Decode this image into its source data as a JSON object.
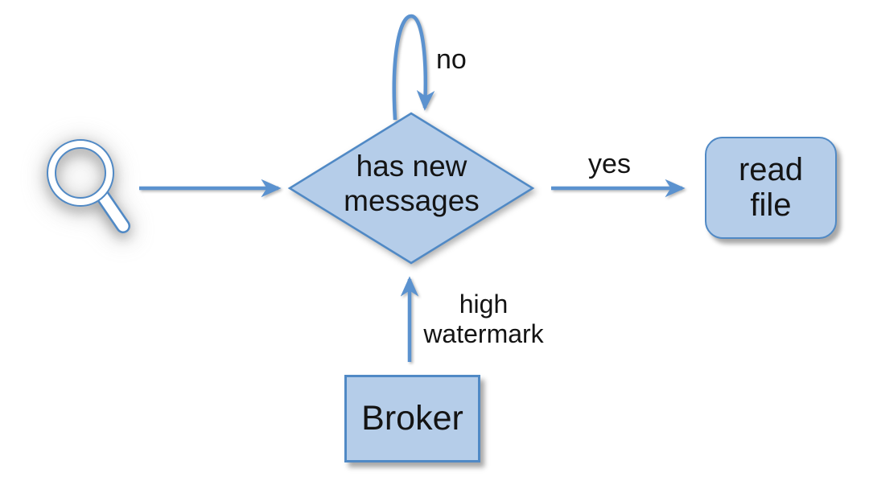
{
  "diagram": {
    "type": "flowchart",
    "colors": {
      "background": "#ffffff",
      "shape_fill": "#b5cde9",
      "shape_border": "#5089c5",
      "arrow": "#5b92cf",
      "text": "#141414"
    },
    "nodes": {
      "consumer": {
        "icon": "magnifier-search-icon",
        "label": ""
      },
      "decision": {
        "shape": "diamond",
        "label": "has new messages"
      },
      "read_file": {
        "shape": "rounded-rectangle",
        "label": "read file"
      },
      "broker": {
        "shape": "rectangle",
        "label": "Broker"
      }
    },
    "edges": {
      "search_to_decision": {
        "from": "consumer",
        "to": "decision",
        "label": ""
      },
      "no_loop": {
        "from": "decision",
        "to": "decision",
        "label": "no"
      },
      "yes_branch": {
        "from": "decision",
        "to": "read_file",
        "label": "yes"
      },
      "high_watermark": {
        "from": "broker",
        "to": "decision",
        "label": "high watermark"
      }
    }
  }
}
